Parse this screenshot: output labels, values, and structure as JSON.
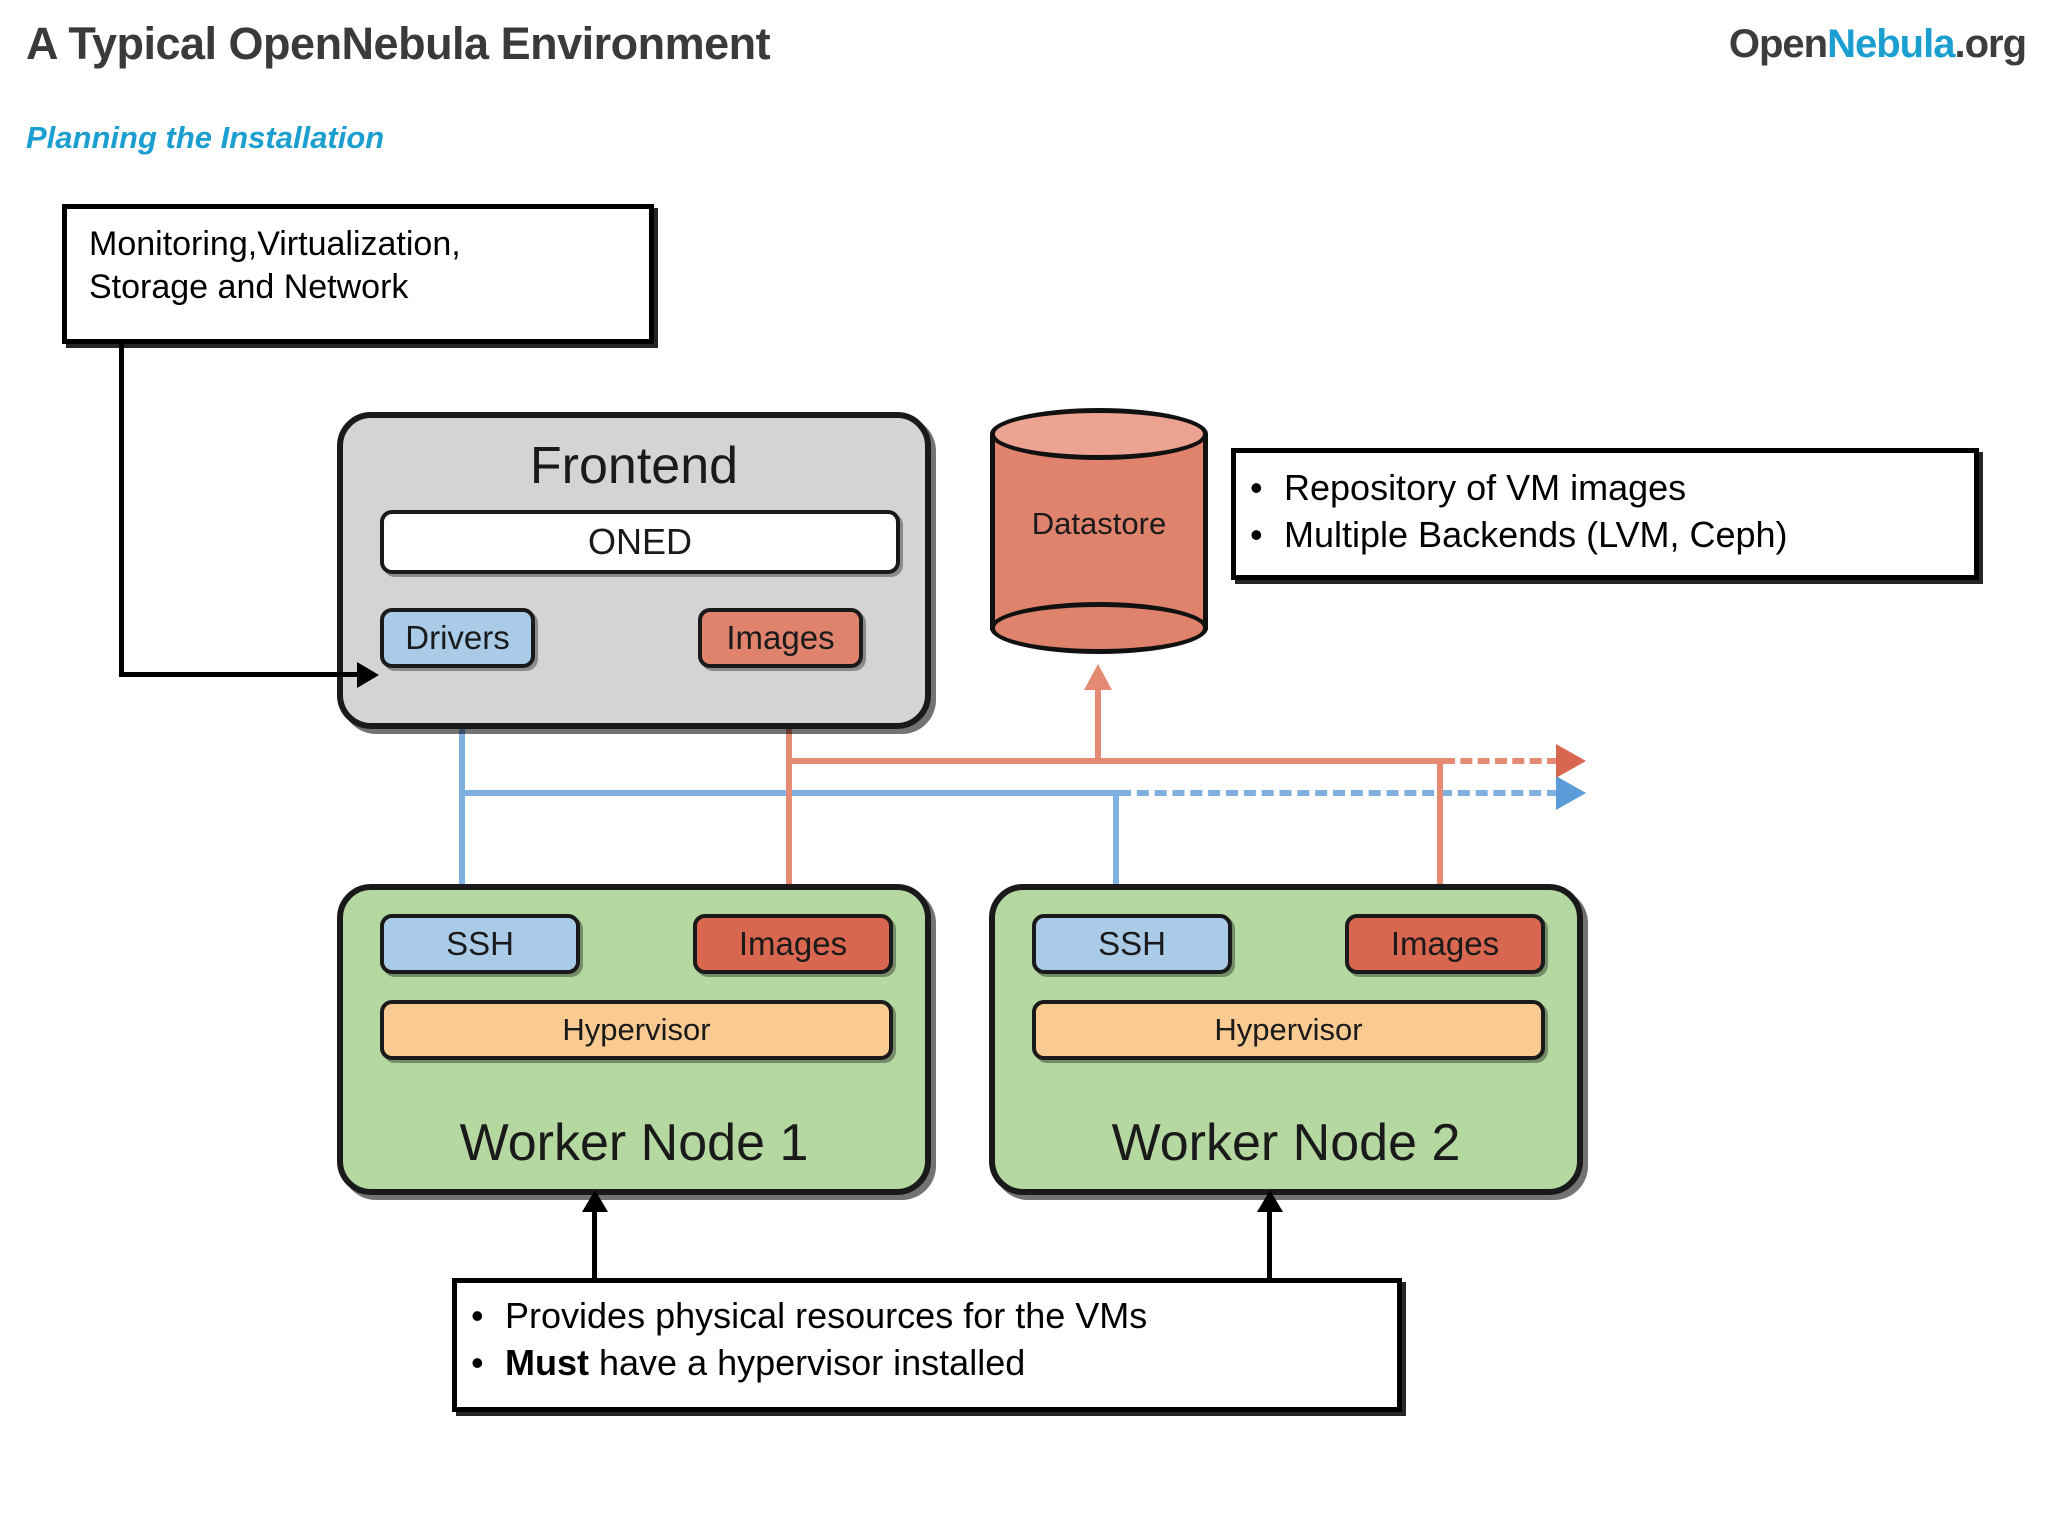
{
  "header": {
    "title": "A Typical OpenNebula Environment",
    "subtitle": "Planning the Installation",
    "logo": {
      "part1": "Open",
      "part2": "Nebula",
      "part3": ".org"
    }
  },
  "callouts": {
    "monitoring": {
      "line1": "Monitoring,Virtualization,",
      "line2": "Storage and Network"
    },
    "datastore": {
      "bullet": "•",
      "line1": "Repository of VM images",
      "line2": "Multiple Backends (LVM, Ceph)"
    },
    "workers": {
      "bullet": "•",
      "line1": "Provides physical resources for the VMs",
      "line2_bold": "Must",
      "line2_rest": " have a hypervisor installed"
    }
  },
  "frontend": {
    "title": "Frontend",
    "oned": "ONED",
    "drivers": "Drivers",
    "images": "Images"
  },
  "datastore": {
    "label": "Datastore"
  },
  "worker1": {
    "title": "Worker Node 1",
    "ssh": "SSH",
    "images": "Images",
    "hypervisor": "Hypervisor"
  },
  "worker2": {
    "title": "Worker Node 2",
    "ssh": "SSH",
    "images": "Images",
    "hypervisor": "Hypervisor"
  },
  "colors": {
    "accent_blue": "#1b9fd0",
    "title_gray": "#3a3a3a",
    "frontend_gray": "#d4d4d4",
    "worker_green": "#b4d8a0",
    "box_blue": "#a9cbe8",
    "box_red": "#e0836c",
    "box_red_dark": "#d9674f",
    "box_orange": "#f9ca91",
    "line_blue": "#7fb0e0",
    "line_red": "#e58b73"
  }
}
